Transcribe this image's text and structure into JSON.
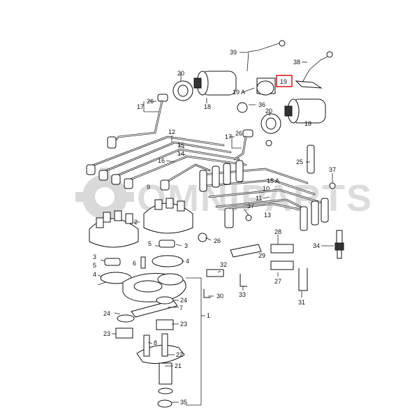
{
  "watermark": {
    "text": "OMNIPARTS"
  },
  "highlight_color": "#e02020",
  "callouts": [
    {
      "id": "c39",
      "text": "39"
    },
    {
      "id": "c38",
      "text": "38"
    },
    {
      "id": "c20a",
      "text": "20"
    },
    {
      "id": "c19",
      "text": "19"
    },
    {
      "id": "c19a",
      "text": "19 A"
    },
    {
      "id": "c26a",
      "text": "26"
    },
    {
      "id": "c17a",
      "text": "17"
    },
    {
      "id": "c18a",
      "text": "18"
    },
    {
      "id": "c36",
      "text": "36"
    },
    {
      "id": "c20b",
      "text": "20"
    },
    {
      "id": "c18b",
      "text": "18"
    },
    {
      "id": "c17b",
      "text": "17"
    },
    {
      "id": "c26b",
      "text": "26"
    },
    {
      "id": "c12",
      "text": "12"
    },
    {
      "id": "c15",
      "text": "15"
    },
    {
      "id": "c14",
      "text": "14"
    },
    {
      "id": "c16",
      "text": "16"
    },
    {
      "id": "c9",
      "text": "9"
    },
    {
      "id": "c25",
      "text": "25"
    },
    {
      "id": "c37a",
      "text": "37"
    },
    {
      "id": "c15a",
      "text": "15 A"
    },
    {
      "id": "c10",
      "text": "10"
    },
    {
      "id": "c11",
      "text": "11"
    },
    {
      "id": "c13",
      "text": "13"
    },
    {
      "id": "c37b",
      "text": "37"
    },
    {
      "id": "c2",
      "text": "2"
    },
    {
      "id": "c26c",
      "text": "26"
    },
    {
      "id": "c28",
      "text": "28"
    },
    {
      "id": "c34",
      "text": "34"
    },
    {
      "id": "c5a",
      "text": "5"
    },
    {
      "id": "c3a",
      "text": "3"
    },
    {
      "id": "c29",
      "text": "29"
    },
    {
      "id": "c3b",
      "text": "3"
    },
    {
      "id": "c6",
      "text": "6"
    },
    {
      "id": "c4a",
      "text": "4"
    },
    {
      "id": "c5b",
      "text": "5"
    },
    {
      "id": "c4b",
      "text": "4"
    },
    {
      "id": "c32",
      "text": "32"
    },
    {
      "id": "c27",
      "text": "27"
    },
    {
      "id": "c30",
      "text": "30"
    },
    {
      "id": "c33",
      "text": "33"
    },
    {
      "id": "c31",
      "text": "31"
    },
    {
      "id": "c24a",
      "text": "24"
    },
    {
      "id": "c7",
      "text": "7"
    },
    {
      "id": "c1",
      "text": "1"
    },
    {
      "id": "c24b",
      "text": "24"
    },
    {
      "id": "c23a",
      "text": "23"
    },
    {
      "id": "c23b",
      "text": "23"
    },
    {
      "id": "c8",
      "text": "8"
    },
    {
      "id": "c22",
      "text": "22"
    },
    {
      "id": "c21",
      "text": "21"
    },
    {
      "id": "c35",
      "text": "35"
    }
  ]
}
